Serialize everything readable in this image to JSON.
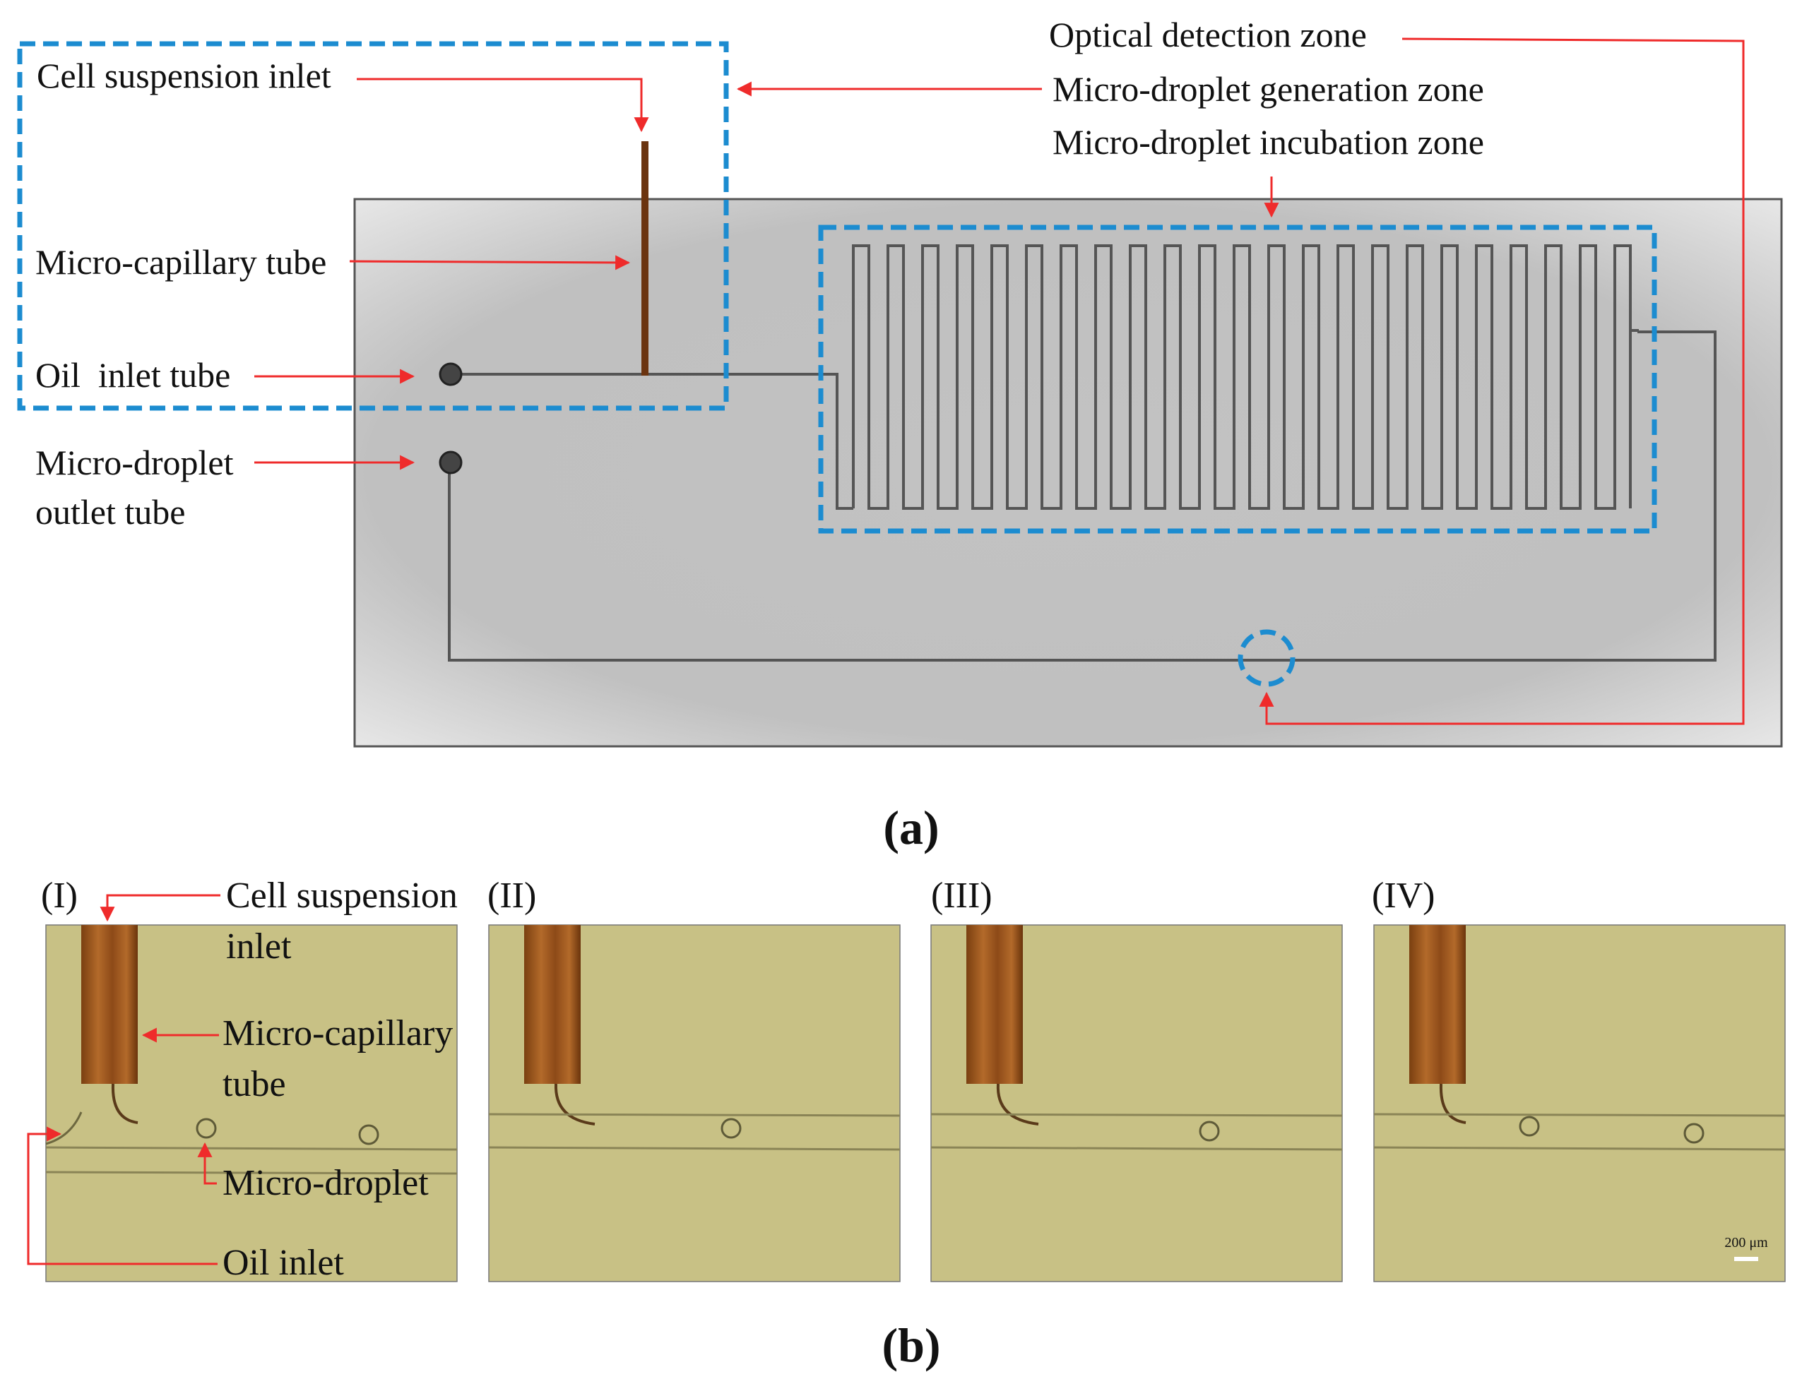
{
  "panel_a": {
    "labels": {
      "cell_suspension_inlet": "Cell suspension inlet",
      "micro_capillary_tube": "Micro-capillary tube",
      "oil_inlet_tube": "Oil  inlet tube",
      "outlet_line1": "Micro-droplet",
      "outlet_line2": "outlet tube",
      "optical_detection_zone": "Optical detection zone",
      "generation_zone": "Micro-droplet generation zone",
      "incubation_zone": "Micro-droplet incubation zone"
    },
    "caption": "(a)",
    "colors": {
      "zone_outline": "#1c8cd0",
      "arrow": "#ef2b2b",
      "capillary": "#6b3410",
      "chip": "#c4c4c4"
    }
  },
  "panel_b": {
    "images": [
      {
        "label": "(I)"
      },
      {
        "label": "(II)"
      },
      {
        "label": "(III)"
      },
      {
        "label": "(IV)"
      }
    ],
    "annotations": {
      "cell_suspension_line1": "Cell suspension",
      "cell_suspension_line2": "inlet",
      "capillary_line1": "Micro-capillary",
      "capillary_line2": "tube",
      "micro_droplet": "Micro-droplet",
      "oil_inlet": "Oil inlet"
    },
    "scale_bar": "200 μm",
    "caption": "(b)"
  }
}
